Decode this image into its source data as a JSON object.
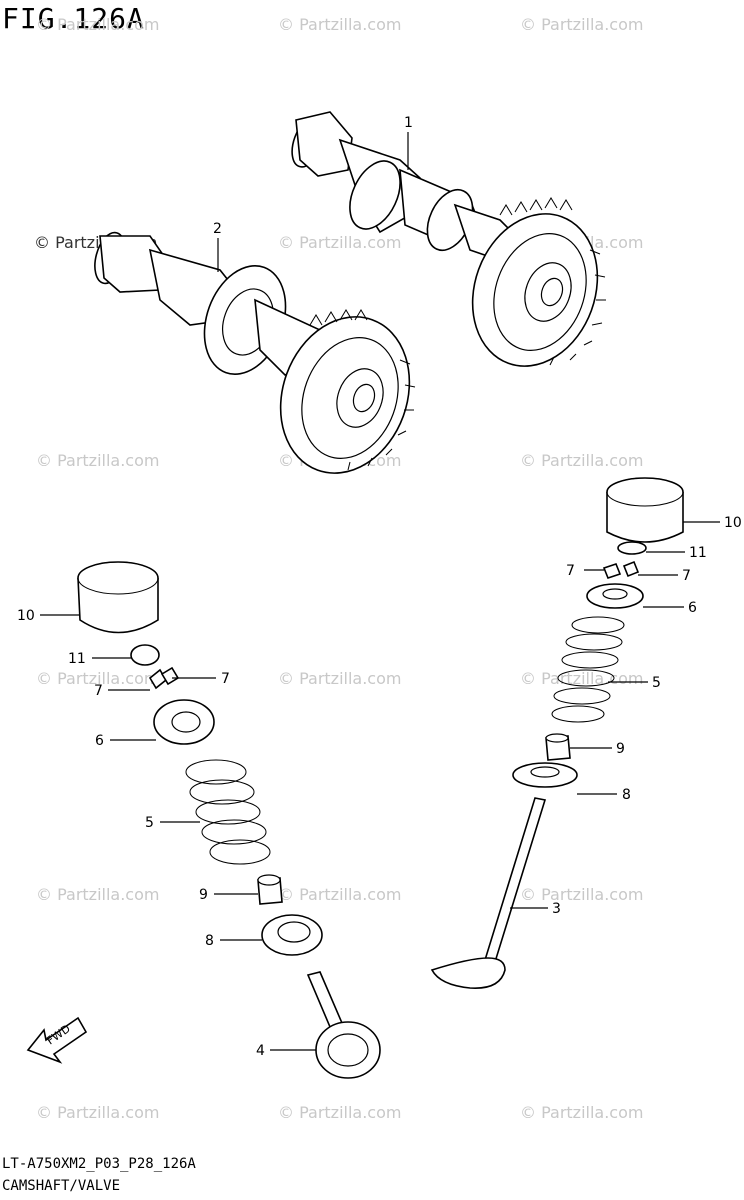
{
  "header": {
    "figure": "FIG.126A"
  },
  "footer": {
    "code": "LT-A750XM2_P03_P28_126A",
    "title": "CAMSHAFT/VALVE"
  },
  "watermark": {
    "text": "© Partzilla.com",
    "color": "#c8c8c8"
  },
  "arrow": {
    "label": "FWD"
  },
  "callouts": [
    {
      "id": "1",
      "label": "1"
    },
    {
      "id": "2",
      "label": "2"
    },
    {
      "id": "10r",
      "label": "10"
    },
    {
      "id": "11r",
      "label": "11"
    },
    {
      "id": "7ra",
      "label": "7"
    },
    {
      "id": "7rb",
      "label": "7"
    },
    {
      "id": "6r",
      "label": "6"
    },
    {
      "id": "5r",
      "label": "5"
    },
    {
      "id": "9r",
      "label": "9"
    },
    {
      "id": "8r",
      "label": "8"
    },
    {
      "id": "3",
      "label": "3"
    },
    {
      "id": "10l",
      "label": "10"
    },
    {
      "id": "11l",
      "label": "11"
    },
    {
      "id": "7la",
      "label": "7"
    },
    {
      "id": "7lb",
      "label": "7"
    },
    {
      "id": "6l",
      "label": "6"
    },
    {
      "id": "5l",
      "label": "5"
    },
    {
      "id": "9l",
      "label": "9"
    },
    {
      "id": "8l",
      "label": "8"
    },
    {
      "id": "4",
      "label": "4"
    }
  ]
}
